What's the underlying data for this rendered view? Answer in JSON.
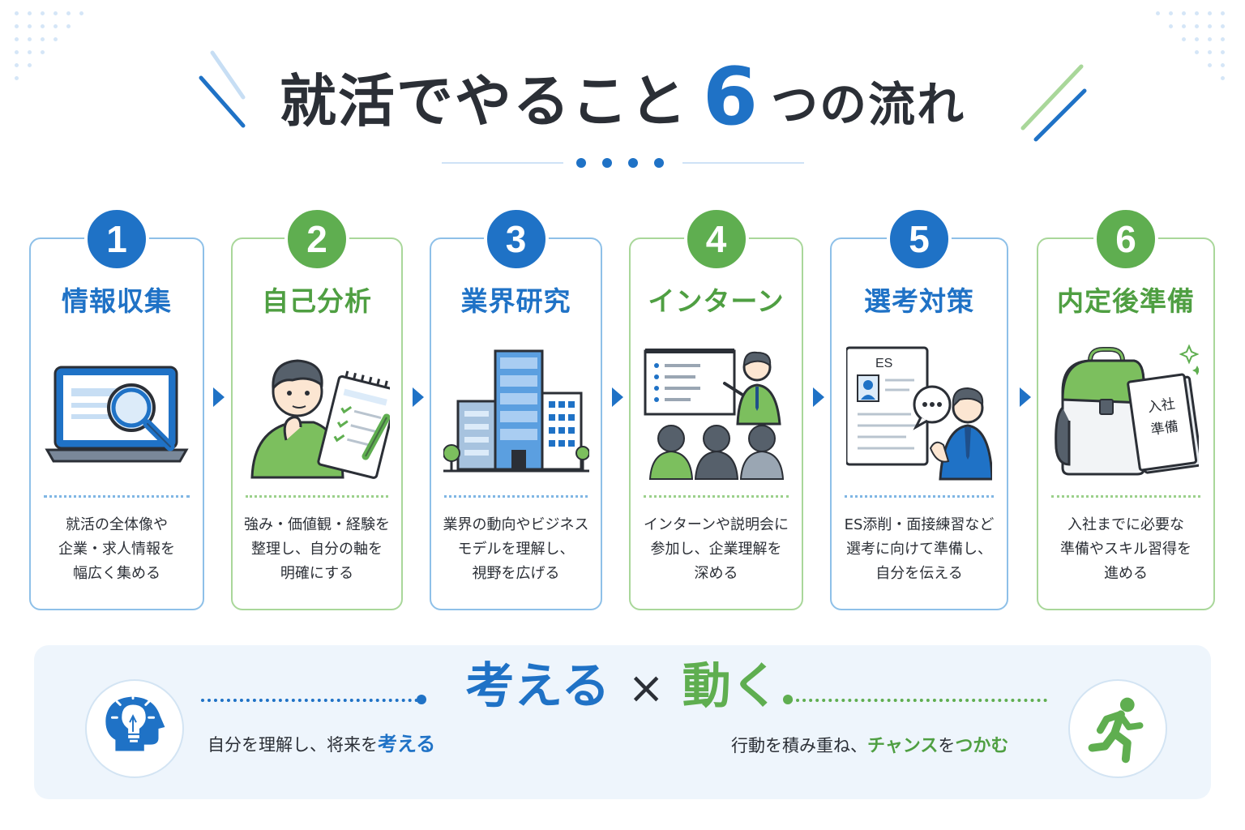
{
  "title": {
    "main": "就活でやること",
    "number": "6",
    "suffix": "つの流れ"
  },
  "steps": [
    {
      "number": "1",
      "title": "情報収集",
      "icon": "laptop-search-icon",
      "color": "blue",
      "desc": [
        "就活の全体像や",
        "企業・求人情報を",
        "幅広く集める"
      ]
    },
    {
      "number": "2",
      "title": "自己分析",
      "icon": "person-thinking-notepad-icon",
      "color": "green",
      "desc": [
        "強み・価値観・経験を",
        "整理し、自分の軸を",
        "明確にする"
      ]
    },
    {
      "number": "3",
      "title": "業界研究",
      "icon": "office-buildings-icon",
      "color": "blue",
      "desc": [
        "業界の動向やビジネス",
        "モデルを理解し、",
        "視野を広げる"
      ]
    },
    {
      "number": "4",
      "title": "インターン",
      "icon": "presentation-audience-icon",
      "color": "green",
      "desc": [
        "インターンや説明会に",
        "参加し、企業理解を",
        "深める"
      ]
    },
    {
      "number": "5",
      "title": "選考対策",
      "icon": "resume-interview-icon",
      "color": "blue",
      "desc": [
        "ES添削・面接練習など",
        "選考に向けて準備し、",
        "自分を伝える"
      ]
    },
    {
      "number": "6",
      "title": "内定後準備",
      "icon": "bag-document-icon",
      "color": "green",
      "desc": [
        "入社までに必要な",
        "準備やスキル習得を",
        "進める"
      ]
    }
  ],
  "illustration_text": {
    "es_label": "ES",
    "doc_line1": "入社",
    "doc_line2": "準備"
  },
  "mindset": {
    "think": "考える",
    "times": "×",
    "act": "動く",
    "left_pre": "自分を理解し、将来を",
    "left_hl": "考える",
    "right_pre": "行動を積み重ね、",
    "right_hl1": "チャンス",
    "right_mid": "を",
    "right_hl2": "つかむ",
    "left_icon": "head-lightbulb-icon",
    "right_icon": "running-person-icon"
  },
  "colors": {
    "blue": "#1f72c6",
    "green": "#5fae50",
    "text": "#2b2f36"
  }
}
